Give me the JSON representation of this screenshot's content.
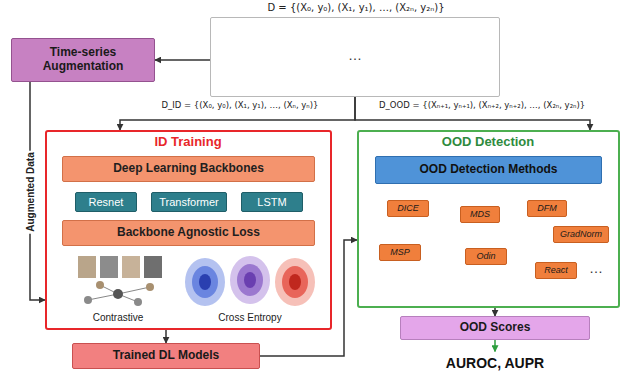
{
  "diagram": {
    "nodes": [
      {
        "text": [
          "D = {(X₀, y₀), (X₁, y₁), …, (X₂ₙ, y₂ₙ)}"
        ]
      },
      {
        "text": [
          "Time-series Augmentation"
        ]
      },
      {
        "text": [
          "ID Training",
          "Contrastive",
          "Cross Entropy"
        ]
      },
      {
        "text": [
          "Deep Learning Backbones"
        ],
        "in": 2
      },
      {
        "text": [
          "Resnet"
        ],
        "in": 2
      },
      {
        "text": [
          "Transformer"
        ],
        "in": 2
      },
      {
        "text": [
          "LSTM"
        ],
        "in": 2
      },
      {
        "text": [
          "Backbone Agnostic Loss"
        ],
        "in": 2
      },
      {
        "text": [
          "OOD Detection"
        ]
      },
      {
        "text": [
          "OOD Detection Methods"
        ],
        "in": 8
      },
      {
        "text": [
          "DICE"
        ],
        "in": 8
      },
      {
        "text": [
          "MDS"
        ],
        "in": 8
      },
      {
        "text": [
          "DFM"
        ],
        "in": 8
      },
      {
        "text": [
          "GradNorm"
        ],
        "in": 8
      },
      {
        "text": [
          "MSP"
        ],
        "in": 8
      },
      {
        "text": [
          "Odin"
        ],
        "in": 8
      },
      {
        "text": [
          "React"
        ],
        "in": 8
      },
      {
        "text": [
          "Trained DL Models"
        ]
      },
      {
        "text": [
          "OOD Scores"
        ]
      },
      {
        "text": [
          "AUROC, AUPR"
        ]
      }
    ],
    "edges": [
      {
        "from": 0,
        "to": 1,
        "arrow": "to"
      },
      {
        "from": 1,
        "to": 2,
        "label": "Augmented Data",
        "arrow": "to"
      },
      {
        "from": 0,
        "to": 2,
        "label": "D_ID = {(X₀, y₀), (X₁, y₁), …, (Xₙ, yₙ)}",
        "arrow": "to"
      },
      {
        "from": 0,
        "to": 8,
        "label": "D_OOD = {(Xₙ₊₁, yₙ₊₁), (Xₙ₊₂, yₙ₊₂), …, (X₂ₙ, y₂ₙ)}",
        "arrow": "to"
      },
      {
        "from": 2,
        "to": 17,
        "arrow": "to"
      },
      {
        "from": 17,
        "to": 8,
        "arrow": "to"
      },
      {
        "from": 8,
        "to": 18,
        "arrow": "to"
      },
      {
        "from": 18,
        "to": 19,
        "arrow": "to"
      }
    ],
    "labels": [
      "…",
      "…"
    ]
  }
}
